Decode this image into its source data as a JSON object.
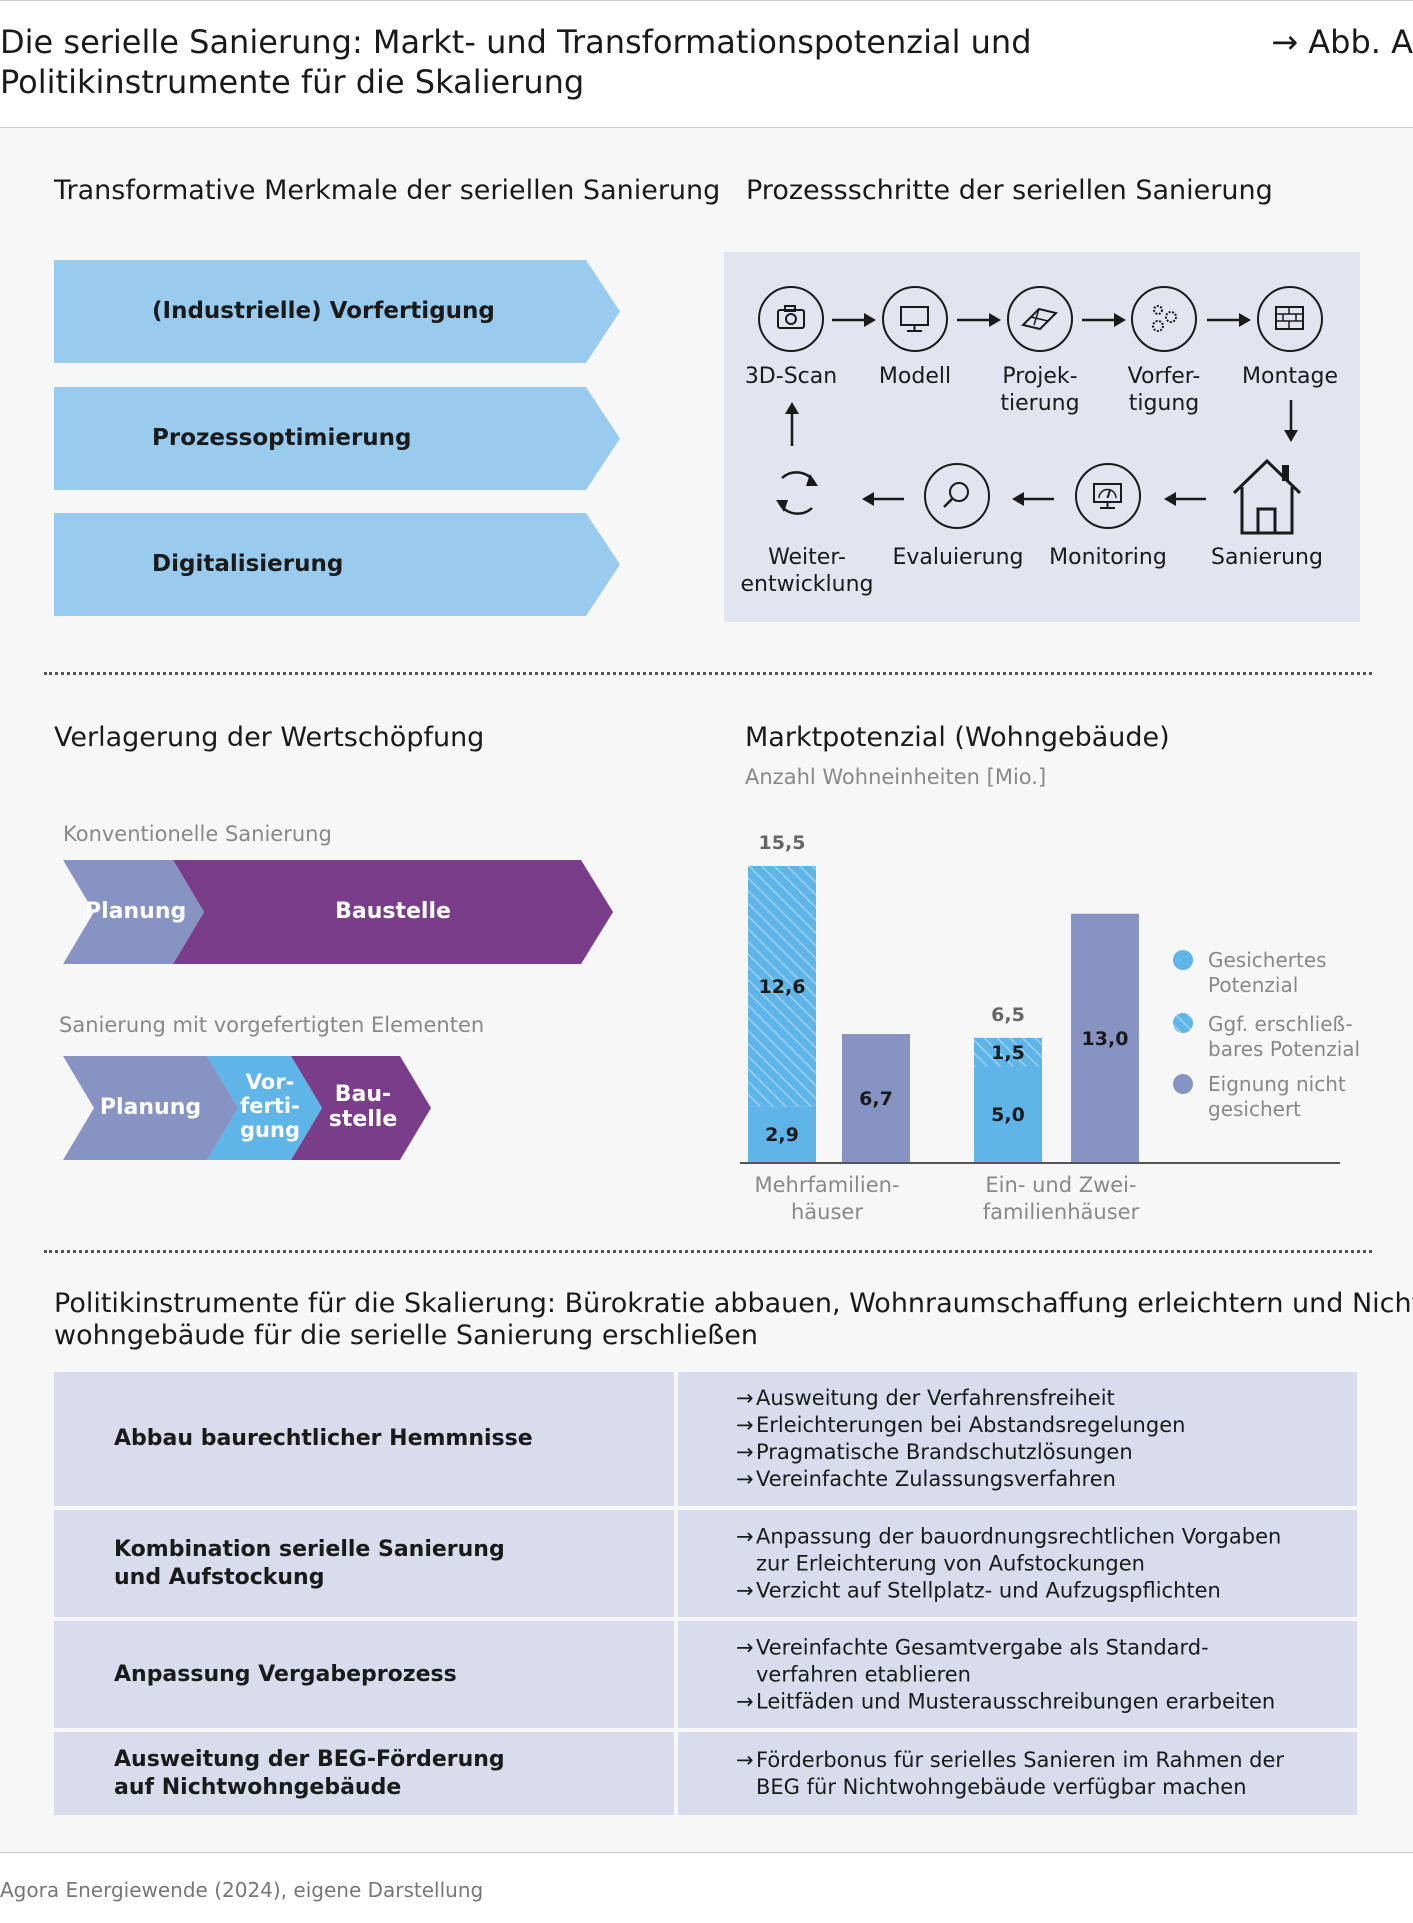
{
  "header": {
    "title_line1": "Die serielle Sanierung: Markt- und Transformationspotenzial und",
    "title_line2": "Politikinstrumente für die Skalierung",
    "figure_ref": "→ Abb. A"
  },
  "features": {
    "title": "Transformative Merkmale der seriellen Sanierung",
    "items": [
      "(Industrielle) Vorfertigung",
      "Prozessoptimierung",
      "Digitalisierung"
    ],
    "color": "#99cbee"
  },
  "process": {
    "title": "Prozessschritte der seriellen Sanierung",
    "top_steps": [
      {
        "icon": "camera-icon",
        "label": "3D-Scan"
      },
      {
        "icon": "monitor-icon",
        "label": "Modell"
      },
      {
        "icon": "plans-icon",
        "label": "Projek-\ntierung"
      },
      {
        "icon": "gears-icon",
        "label": "Vorfer-\ntigung"
      },
      {
        "icon": "bricks-icon",
        "label": "Montage"
      }
    ],
    "bottom_steps": [
      {
        "icon": "cycle-icon",
        "label": "Weiter-\nentwicklung"
      },
      {
        "icon": "magnifier-icon",
        "label": "Evaluierung"
      },
      {
        "icon": "gauge-icon",
        "label": "Monitoring"
      },
      {
        "icon": "house-icon",
        "label": "Sanierung"
      }
    ]
  },
  "value_chain": {
    "title": "Verlagerung der Wertschöpfung",
    "conventional": {
      "label": "Konventionelle Sanierung",
      "planning": "Planung",
      "site": "Baustelle"
    },
    "prefab": {
      "label": "Sanierung mit vorgefertigten Elementen",
      "planning": "Planung",
      "prefab": "Vor-\nferti-\ngung",
      "site": "Bau-\nstelle"
    },
    "colors": {
      "planning": "#8793c2",
      "site": "#7a3d8a",
      "prefab": "#5fb4e8"
    }
  },
  "chart_data": {
    "type": "bar",
    "title": "Marktpotenzial (Wohngebäude)",
    "ylabel": "Anzahl Wohneinheiten [Mio.]",
    "categories": [
      "Mehrfamilien-\nhäuser",
      "Ein- und Zwei-\nfamilienhäuser"
    ],
    "stacked_bars": [
      {
        "category": "Mehrfamilien-\nhäuser",
        "secured": 2.9,
        "possibly": 12.6,
        "total": 15.5
      },
      {
        "category": "Ein- und Zwei-\nfamilienhäuser",
        "secured": 5.0,
        "possibly": 1.5,
        "total": 6.5
      }
    ],
    "unsuitable_bars": [
      {
        "category": "Mehrfamilien-\nhäuser",
        "value": 6.7
      },
      {
        "category": "Ein- und Zwei-\nfamilienhäuser",
        "value": 13.0
      }
    ],
    "labels": {
      "mfh_total": "15,5",
      "mfh_possibly": "12,6",
      "mfh_secured": "2,9",
      "mfh_unsuitable": "6,7",
      "efh_total": "6,5",
      "efh_possibly": "1,5",
      "efh_secured": "5,0",
      "efh_unsuitable": "13,0"
    },
    "legend": [
      {
        "name": "Gesichertes\nPotenzial",
        "color": "#5fb4e8",
        "hatched": false
      },
      {
        "name": "Ggf. erschließ-\nbares Potenzial",
        "color": "#5fb4e8",
        "hatched": true
      },
      {
        "name": "Eignung nicht\ngesichert",
        "color": "#8793c2",
        "hatched": false
      }
    ],
    "ylim": [
      0,
      16
    ],
    "legend_position": "right"
  },
  "policy": {
    "title_line1": "Politikinstrumente für die Skalierung: Bürokratie abbauen, Wohnraumschaffung erleichtern und Nicht-",
    "title_line2": "wohngebäude für die serielle Sanierung erschließen",
    "rows": [
      {
        "heading": "Abbau baurechtlicher Hemmnisse",
        "bullets": [
          "Ausweitung der Verfahrensfreiheit",
          "Erleichterungen bei Abstandsregelungen",
          "Pragmatische Brandschutzlösungen",
          "Vereinfachte Zulassungsverfahren"
        ]
      },
      {
        "heading": "Kombination serielle Sanierung\nund Aufstockung",
        "bullets": [
          "Anpassung der bauordnungsrechtlichen Vorgaben\nzur Erleichterung von Aufstockungen",
          "Verzicht auf Stellplatz- und Aufzugspflichten"
        ]
      },
      {
        "heading": "Anpassung Vergabeprozess",
        "bullets": [
          "Vereinfachte Gesamtvergabe als Standard-\nverfahren etablieren",
          "Leitfäden und Musterausschreibungen erarbeiten"
        ]
      },
      {
        "heading": "Ausweitung der BEG-Förderung\nauf Nichtwohngebäude",
        "bullets": [
          "Förderbonus für serielles Sanieren im Rahmen der\nBEG für Nichtwohngebäude verfügbar machen"
        ]
      }
    ],
    "arrow": "→"
  },
  "footer": {
    "source": "Agora Energiewende (2024), eigene Darstellung"
  }
}
